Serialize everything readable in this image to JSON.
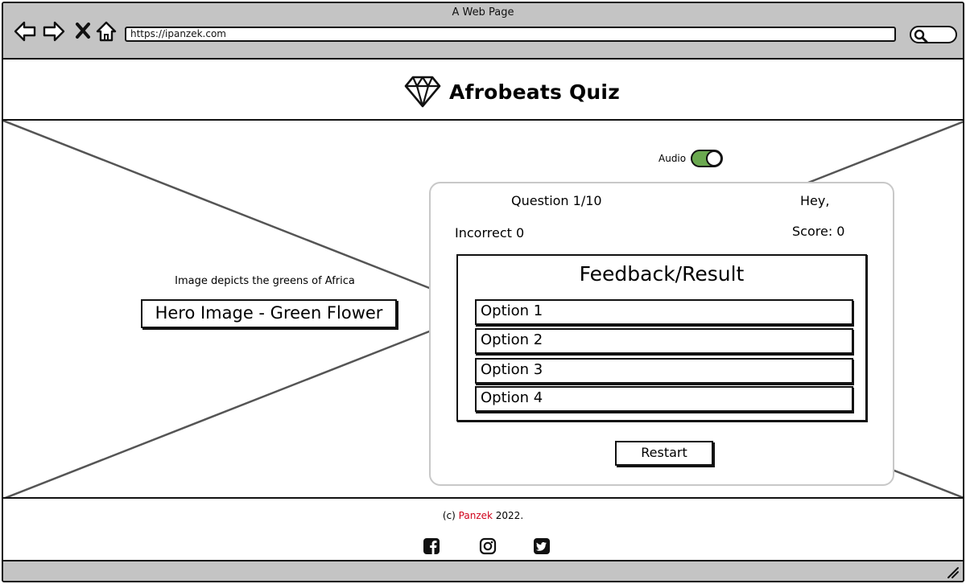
{
  "window": {
    "title": "A Web Page",
    "url": "https://ipanzek.com"
  },
  "icons": {
    "back": "arrow-left-icon",
    "forward": "arrow-right-icon",
    "stop": "close-icon",
    "home": "home-icon",
    "search": "search-icon",
    "logo": "diamond-icon",
    "facebook": "facebook-icon",
    "instagram": "instagram-icon",
    "twitter": "twitter-icon"
  },
  "header": {
    "title": "Afrobeats Quiz"
  },
  "hero": {
    "caption": "Image depicts the greens of Africa",
    "label": "Hero Image - Green Flower"
  },
  "audio": {
    "label": "Audio",
    "enabled": true
  },
  "quiz": {
    "question": "Question 1/10",
    "greeting": "Hey,",
    "incorrect": "Incorrect 0",
    "score": "Score: 0",
    "feedback": "Feedback/Result",
    "options": [
      "Option 1",
      "Option 2",
      "Option 3",
      "Option 4"
    ],
    "restart_label": "Restart"
  },
  "footer": {
    "prefix": "(c)",
    "brand": "Panzek",
    "suffix": "2022."
  },
  "colors": {
    "chrome": "#c4c4c4",
    "toggle_on": "#6aa84f",
    "accent": "#d0021b",
    "card_border": "#c8c8c8"
  }
}
